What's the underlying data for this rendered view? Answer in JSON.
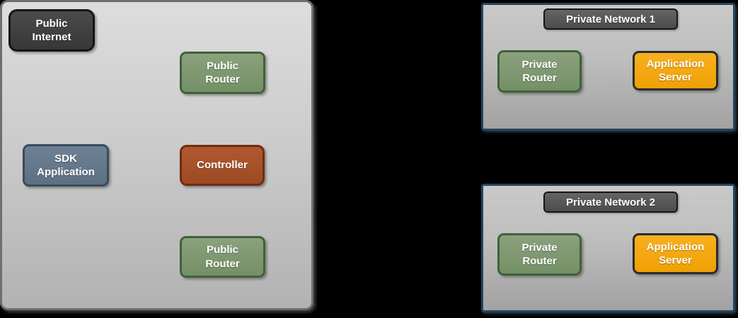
{
  "colors": {
    "background": "#000000",
    "public_zone_border": "#6f6f6f",
    "public_zone_fill_top": "#dddddd",
    "public_zone_fill_bottom": "#b2b2b2",
    "private_network_border": "#24455f",
    "private_network_fill_top": "#c9c9c9",
    "private_network_fill_bottom": "#a2a2a2",
    "title_badge_fill": "#575757",
    "dark_node_fill": "#3f3f3f",
    "green_node_fill": "#7f986f",
    "slate_node_fill": "#65798e",
    "rust_node_fill": "#a7522a",
    "orange_node_fill": "#f5a60e",
    "label_text": "#ffffff"
  },
  "public_zone": {
    "nodes": {
      "public_internet": {
        "line1": "Public",
        "line2": "Internet"
      },
      "public_router_top": {
        "line1": "Public",
        "line2": "Router"
      },
      "sdk_application": {
        "line1": "SDK",
        "line2": "Application"
      },
      "controller": {
        "line1": "Controller"
      },
      "public_router_bottom": {
        "line1": "Public",
        "line2": "Router"
      }
    }
  },
  "private_networks": [
    {
      "title": "Private Network 1",
      "nodes": {
        "private_router": {
          "line1": "Private",
          "line2": "Router"
        },
        "application_server": {
          "line1": "Application",
          "line2": "Server"
        }
      }
    },
    {
      "title": "Private Network 2",
      "nodes": {
        "private_router": {
          "line1": "Private",
          "line2": "Router"
        },
        "application_server": {
          "line1": "Application",
          "line2": "Server"
        }
      }
    }
  ]
}
